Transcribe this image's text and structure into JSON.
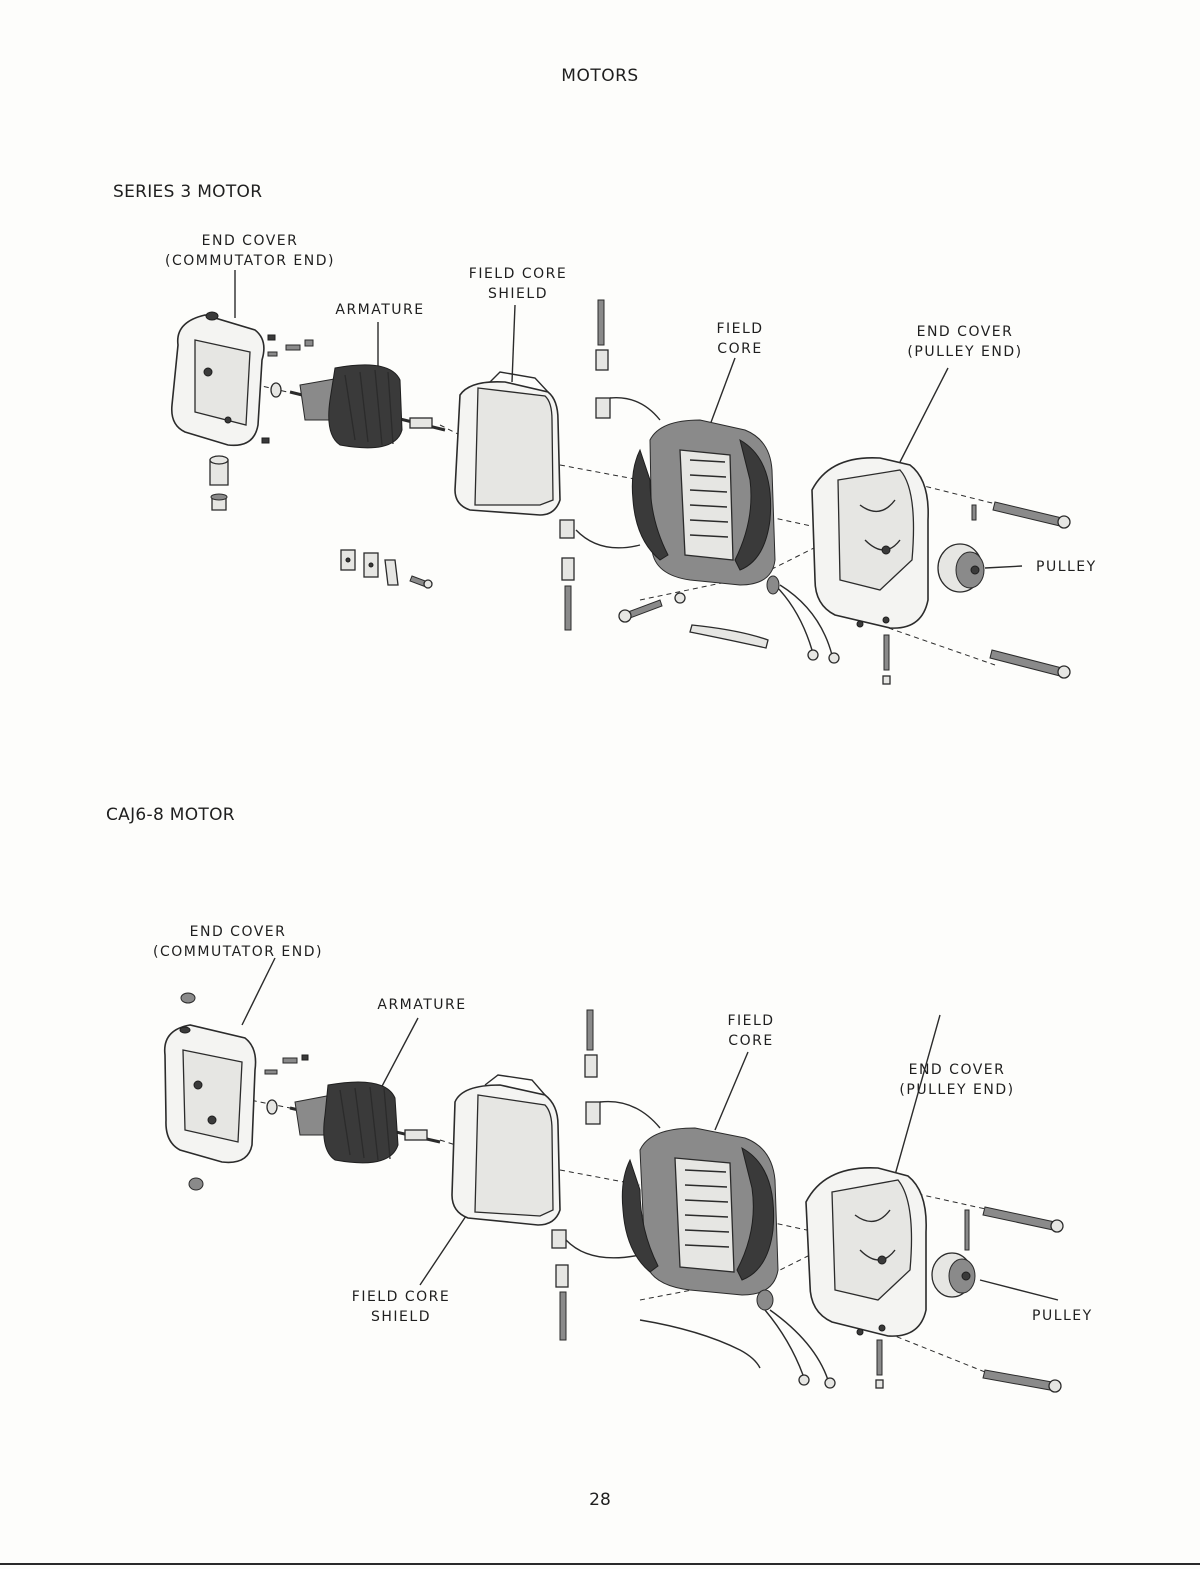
{
  "page": {
    "title": "MOTORS",
    "number": "28"
  },
  "sections": [
    {
      "title": "SERIES 3 MOTOR",
      "labels": {
        "end_cover_comm": [
          "END COVER",
          "(COMMUTATOR END)"
        ],
        "armature": [
          "ARMATURE"
        ],
        "field_core_shield": [
          "FIELD CORE",
          "SHIELD"
        ],
        "field_core": [
          "FIELD",
          "CORE"
        ],
        "end_cover_pulley": [
          "END COVER",
          "(PULLEY END)"
        ],
        "pulley": [
          "PULLEY"
        ]
      }
    },
    {
      "title": "CAJ6-8 MOTOR",
      "labels": {
        "end_cover_comm": [
          "END COVER",
          "(COMMUTATOR END)"
        ],
        "armature": [
          "ARMATURE"
        ],
        "field_core": [
          "FIELD",
          "CORE"
        ],
        "end_cover_pulley": [
          "END COVER",
          "(PULLEY END)"
        ],
        "field_core_shield": [
          "FIELD CORE",
          "SHIELD"
        ],
        "pulley": [
          "PULLEY"
        ]
      }
    }
  ]
}
